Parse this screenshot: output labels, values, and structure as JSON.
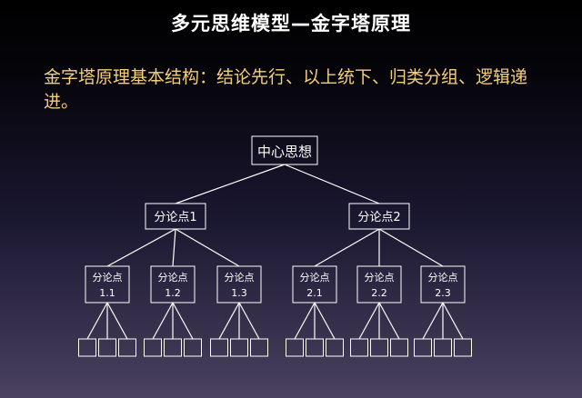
{
  "title": "多元思维模型—金字塔原理",
  "subtitle": "金字塔原理基本结构：结论先行、以上统下、归类分组、逻辑递进。",
  "colors": {
    "background_top": "#000000",
    "background_bottom": "#4a4260",
    "subtitle": "#f5cf7a",
    "node_stroke": "#ffffff",
    "text": "#ffffff"
  },
  "tree": {
    "root": {
      "label": "中心思想"
    },
    "level2": [
      {
        "label": "分论点1"
      },
      {
        "label": "分论点2"
      }
    ],
    "level3": [
      {
        "line1": "分论点",
        "line2": "1.1",
        "parent": 0
      },
      {
        "line1": "分论点",
        "line2": "1.2",
        "parent": 0
      },
      {
        "line1": "分论点",
        "line2": "1.3",
        "parent": 0
      },
      {
        "line1": "分论点",
        "line2": "2.1",
        "parent": 1
      },
      {
        "line1": "分论点",
        "line2": "2.2",
        "parent": 1
      },
      {
        "line1": "分论点",
        "line2": "2.3",
        "parent": 1
      }
    ],
    "leaves_per_point": 3
  }
}
